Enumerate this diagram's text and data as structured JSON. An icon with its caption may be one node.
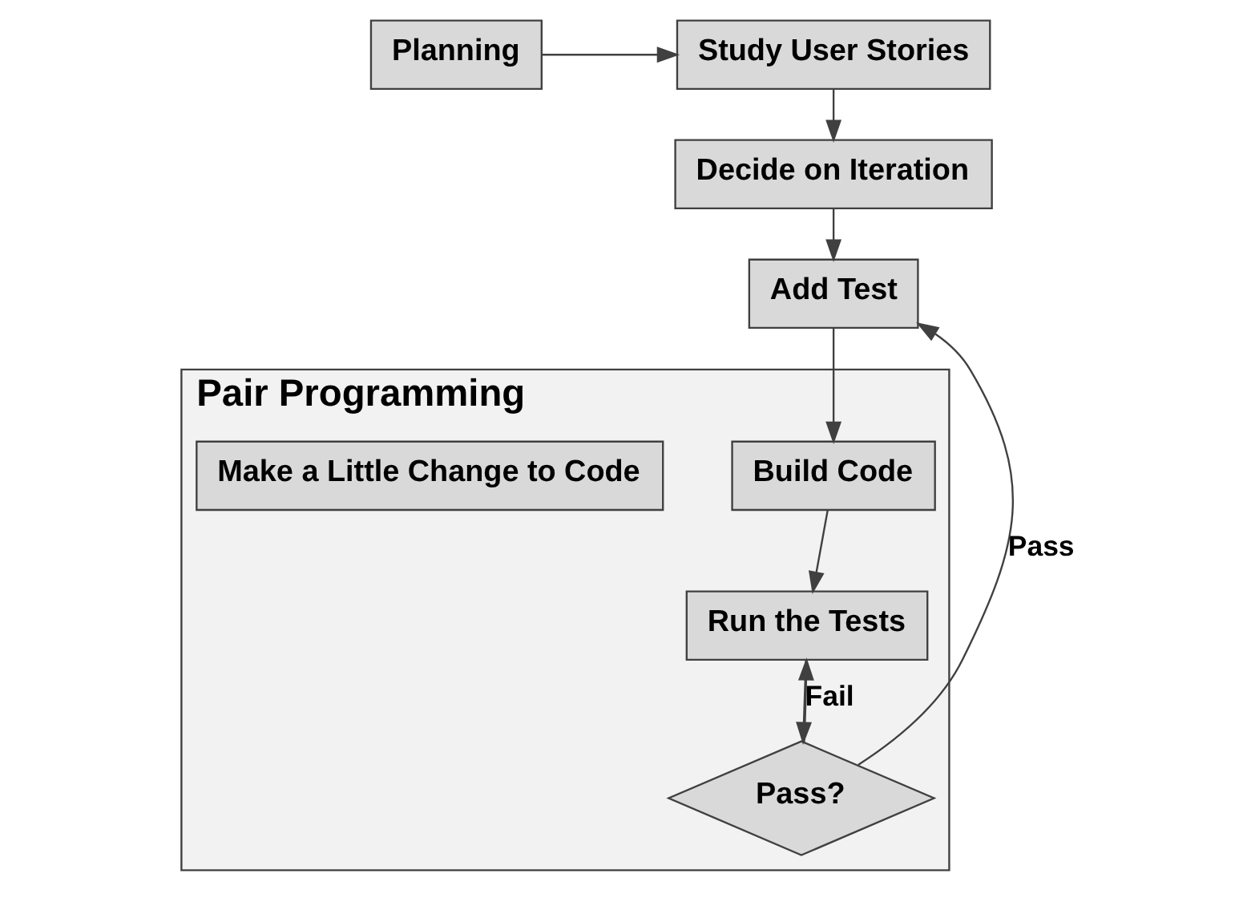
{
  "diagram": {
    "nodes": [
      {
        "text": [
          "Planning"
        ]
      },
      {
        "text": [
          "Study User Stories"
        ]
      },
      {
        "text": [
          "Decide on Iteration"
        ]
      },
      {
        "text": [
          "Add Test"
        ]
      },
      {
        "text": [
          "Pair Programming"
        ]
      },
      {
        "text": [
          "Build Code"
        ],
        "in": 4
      },
      {
        "text": [
          "Run the Tests"
        ],
        "in": 4
      },
      {
        "text": [
          "Pass?"
        ],
        "in": 4
      },
      {
        "text": [
          "Make a Little Change to Code"
        ],
        "in": 4
      }
    ],
    "edges": [
      {
        "from": 0,
        "to": 1,
        "arrow": "to"
      },
      {
        "from": 1,
        "to": 2,
        "arrow": "to"
      },
      {
        "from": 2,
        "to": 3,
        "arrow": "to"
      },
      {
        "from": 3,
        "to": 5,
        "arrow": "to"
      },
      {
        "from": 5,
        "to": 6,
        "arrow": "to"
      },
      {
        "from": 6,
        "to": 7,
        "arrow": "to"
      },
      {
        "from": 7,
        "to": 3,
        "label": "Pass",
        "arrow": "to"
      },
      {
        "from": 7,
        "to": 6,
        "label": "Fail",
        "arrow": "to"
      }
    ]
  }
}
